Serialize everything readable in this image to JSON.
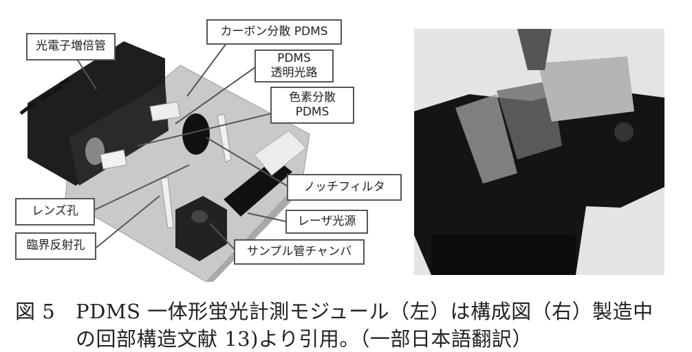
{
  "diagram": {
    "labels": {
      "pmt": "光電子増倍管",
      "carbon_pdms": "カーボン分散 PDMS",
      "clear_pdms_1": "PDMS",
      "clear_pdms_2": "透明光路",
      "dye_pdms_1": "色素分散",
      "dye_pdms_2": "PDMS",
      "notch_filter": "ノッチフィルタ",
      "lens_hole": "レンズ孔",
      "laser": "レーザ光源",
      "critical_hole": "臨界反射孔",
      "sample_chamber": "サンプル管チャンバ"
    }
  },
  "caption": {
    "figure_number": "図 5",
    "line1": "PDMS 一体形蛍光計測モジュール（左）は構成図（右）製造中",
    "line2": "の回部構造文献 13)より引用。（一部日本語翻訳）"
  }
}
